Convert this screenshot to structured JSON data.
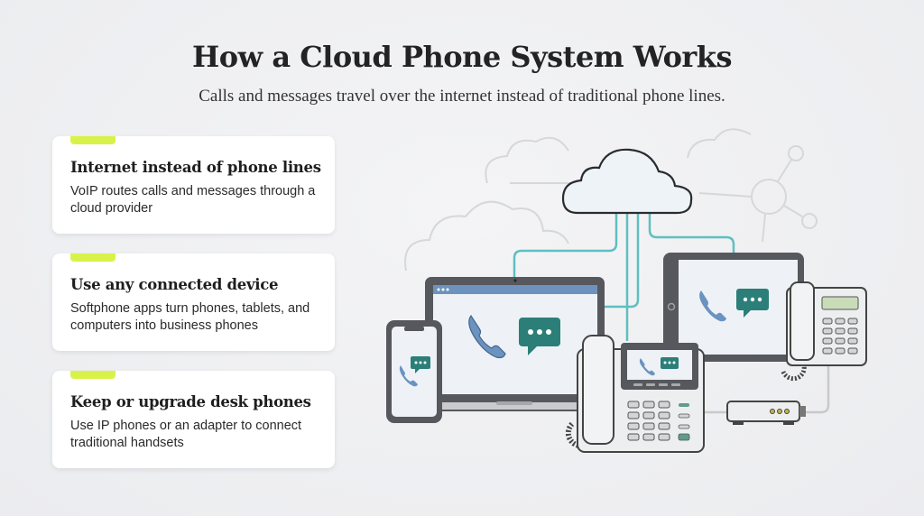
{
  "header": {
    "title": "How a Cloud Phone System Works",
    "subtitle": "Calls and messages travel over the internet instead of traditional phone lines."
  },
  "cards": [
    {
      "title": "Internet instead of phone lines",
      "description": "VoIP routes calls and messages through a cloud provider"
    },
    {
      "title": "Use any connected device",
      "description": "Softphone apps turn phones, tablets, and computers into business phones"
    },
    {
      "title": "Keep or upgrade desk phones",
      "description": "Use IP phones or an adapter to connect traditional handsets"
    }
  ],
  "illustration": {
    "elements": [
      "cloud-icon",
      "laptop-icon",
      "smartphone-icon",
      "tablet-icon",
      "ip-desk-phone-icon",
      "analog-desk-phone-icon",
      "phone-adapter-icon",
      "network-node-icon"
    ],
    "colors": {
      "accent": "#d9f24a",
      "connection_line": "#5fbfc0",
      "device_frame": "#5a5c61",
      "screen": "#eef2f6",
      "call_icon": "#6b93c0",
      "chat_bubble": "#2b7f78"
    }
  }
}
